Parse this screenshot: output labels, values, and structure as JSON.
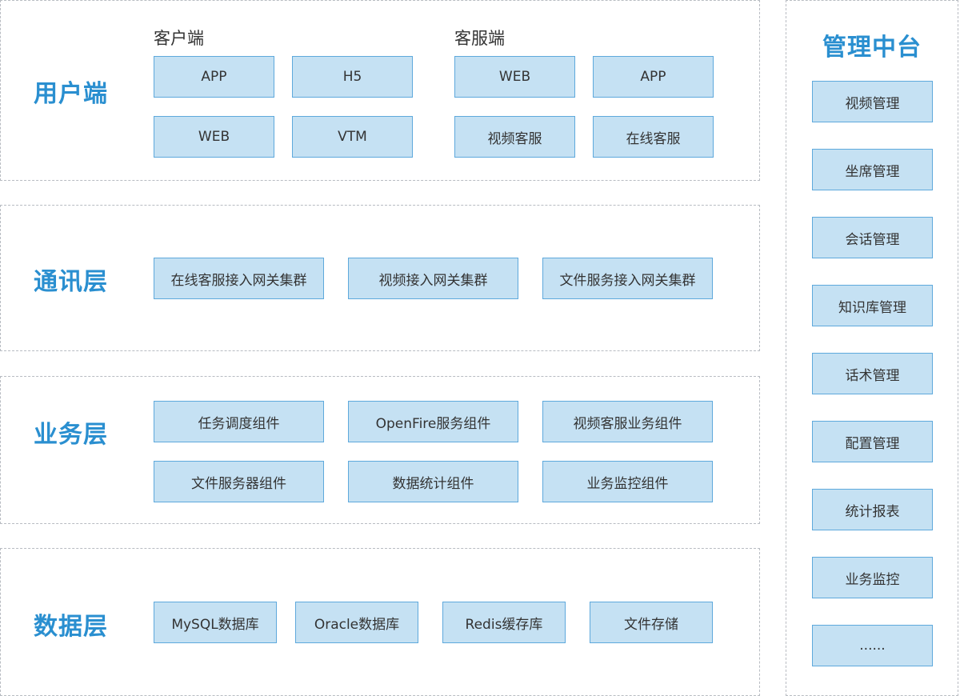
{
  "layers": {
    "user": {
      "title": "用户端",
      "client": {
        "label": "客户端",
        "items": [
          "APP",
          "H5",
          "WEB",
          "VTM"
        ]
      },
      "service": {
        "label": "客服端",
        "items": [
          "WEB",
          "APP",
          "视频客服",
          "在线客服"
        ]
      }
    },
    "comm": {
      "title": "通讯层",
      "items": [
        "在线客服接入网关集群",
        "视频接入网关集群",
        "文件服务接入网关集群"
      ]
    },
    "business": {
      "title": "业务层",
      "items": [
        "任务调度组件",
        "OpenFire服务组件",
        "视频客服业务组件",
        "文件服务器组件",
        "数据统计组件",
        "业务监控组件"
      ]
    },
    "data": {
      "title": "数据层",
      "items": [
        "MySQL数据库",
        "Oracle数据库",
        "Redis缓存库",
        "文件存储"
      ]
    }
  },
  "admin": {
    "title": "管理中台",
    "items": [
      "视频管理",
      "坐席管理",
      "会话管理",
      "知识库管理",
      "话术管理",
      "配置管理",
      "统计报表",
      "业务监控",
      "......"
    ]
  },
  "colors": {
    "accent": "#2a8fd0",
    "box_fill": "#c5e1f3",
    "box_border": "#5ea9dc",
    "dashed_border": "#b8bcc2"
  }
}
